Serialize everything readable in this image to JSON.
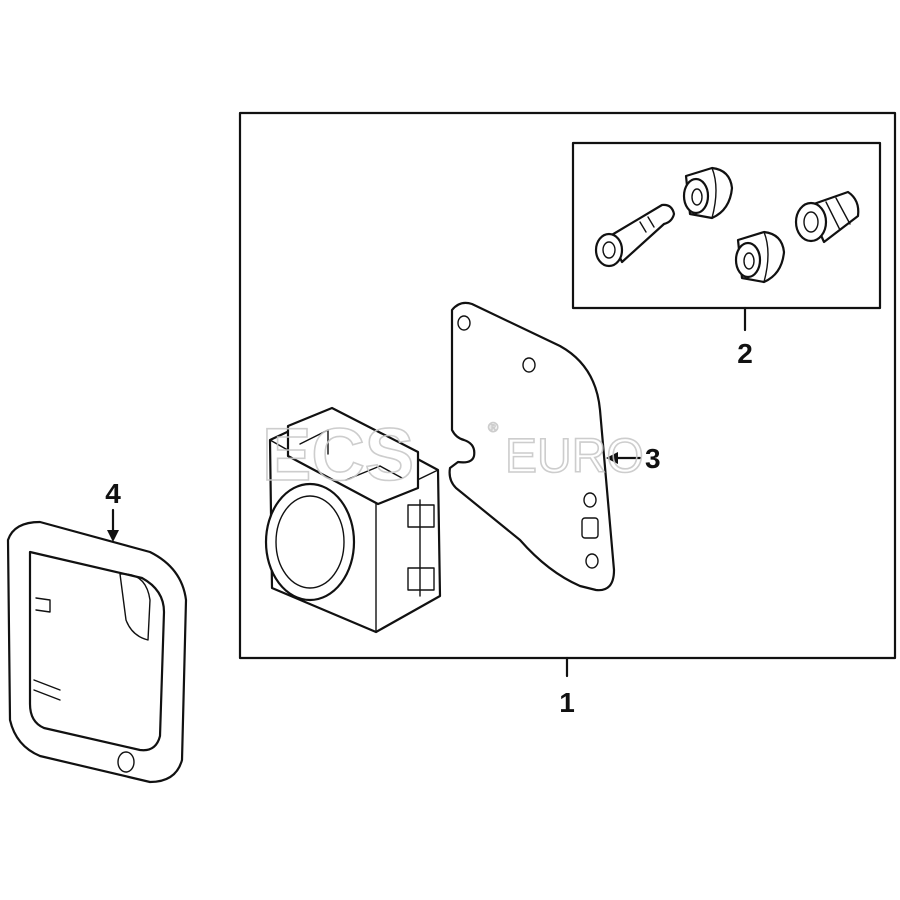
{
  "watermark": {
    "brand_ecs": "ECS",
    "brand_euro": "EURO",
    "registered_mark": "®"
  },
  "callouts": [
    {
      "id": "1",
      "label": "1"
    },
    {
      "id": "2",
      "label": "2"
    },
    {
      "id": "3",
      "label": "3"
    },
    {
      "id": "4",
      "label": "4"
    }
  ],
  "colors": {
    "line": "#111111",
    "watermark": "#c8c8c8",
    "background": "#ffffff"
  }
}
